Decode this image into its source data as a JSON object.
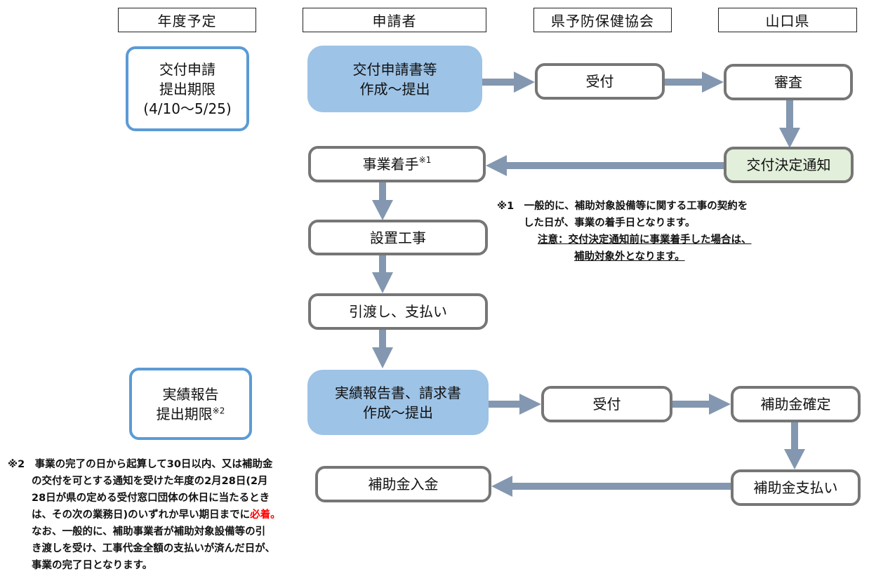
{
  "headers": {
    "schedule": "年度予定",
    "applicant": "申請者",
    "association": "県予防保健協会",
    "prefecture": "山口県"
  },
  "schedule": {
    "grant_line1": "交付申請",
    "grant_line2": "提出期限",
    "grant_line3": "(4/10〜5/25)",
    "report_line1": "実績報告",
    "report_line2": "提出期限",
    "report_sup": "※2"
  },
  "flow": {
    "application_line1": "交付申請書等",
    "application_line2": "作成〜提出",
    "receipt1": "受付",
    "review": "審査",
    "decision": "交付決定通知",
    "start": "事業着手",
    "start_sup": "※1",
    "construction": "設置工事",
    "delivery": "引渡し、支払い",
    "report_line1": "実績報告書、請求書",
    "report_line2": "作成〜提出",
    "receipt2": "受付",
    "confirm": "補助金確定",
    "payment": "補助金支払い",
    "deposit": "補助金入金"
  },
  "note1": {
    "line1": "※1　一般的に、補助対象設備等に関する工事の契約を",
    "line2": "した日が、事業の着手日となります。",
    "line3": "注意：交付決定通知前に事業着手した場合は、",
    "line4": "補助対象外となります。"
  },
  "note2": {
    "line1": "※2　事業の完了の日から起算して30日以内、又は補助金",
    "line2": "の交付を可とする通知を受けた年度の2月28日(2月",
    "line3": "28日が県の定める受付窓口団体の休日に当たるとき",
    "line4_a": "は、その次の業務日)のいずれか早い期日までに",
    "line4_b": "必着。",
    "line5": "なお、一般的に、補助事業者が補助対象設備等の引",
    "line6": "き渡しを受け、工事代金全額の支払いが済んだ日が、",
    "line7": "事業の完了日となります。"
  },
  "colors": {
    "arrow": "#8497b0",
    "box_border": "#767676",
    "schedule_border": "#5b9bd5",
    "blue_fill": "#9dc3e6",
    "green_fill": "#e2efda",
    "emphasis": "#ff0000"
  }
}
